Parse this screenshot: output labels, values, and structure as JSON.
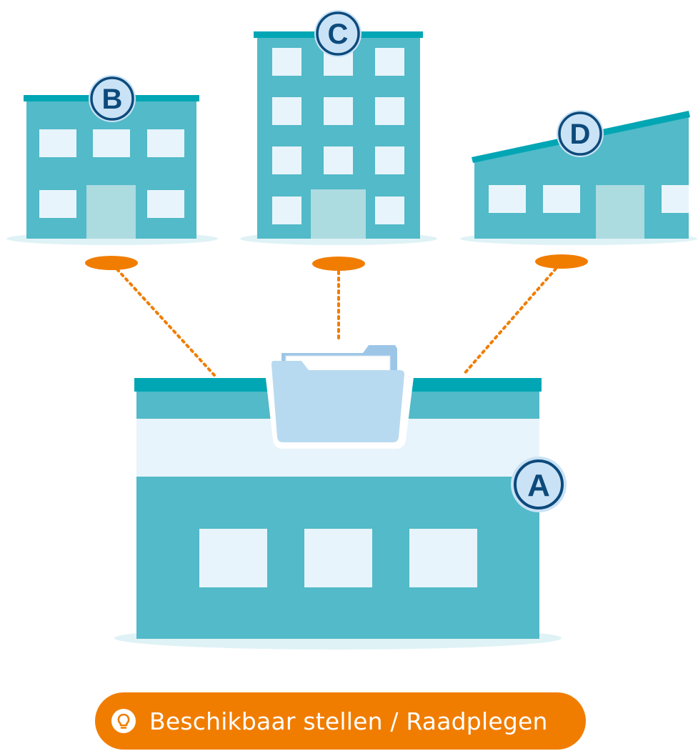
{
  "buildings": {
    "a": {
      "label": "A"
    },
    "b": {
      "label": "B"
    },
    "c": {
      "label": "C"
    },
    "d": {
      "label": "D"
    }
  },
  "action": {
    "label": "Beschikbaar stellen / Raadplegen",
    "icon": "lightbulb-icon"
  },
  "colors": {
    "building": "#52bac8",
    "roof": "#00a6b4",
    "window": "#e8f4fb",
    "door": "#acdbe0",
    "ground": "#dff2f6",
    "badge_fill": "#c9e2f5",
    "badge_text": "#0d4a7c",
    "connector": "#f07d00",
    "folder": "#b8daf0"
  }
}
